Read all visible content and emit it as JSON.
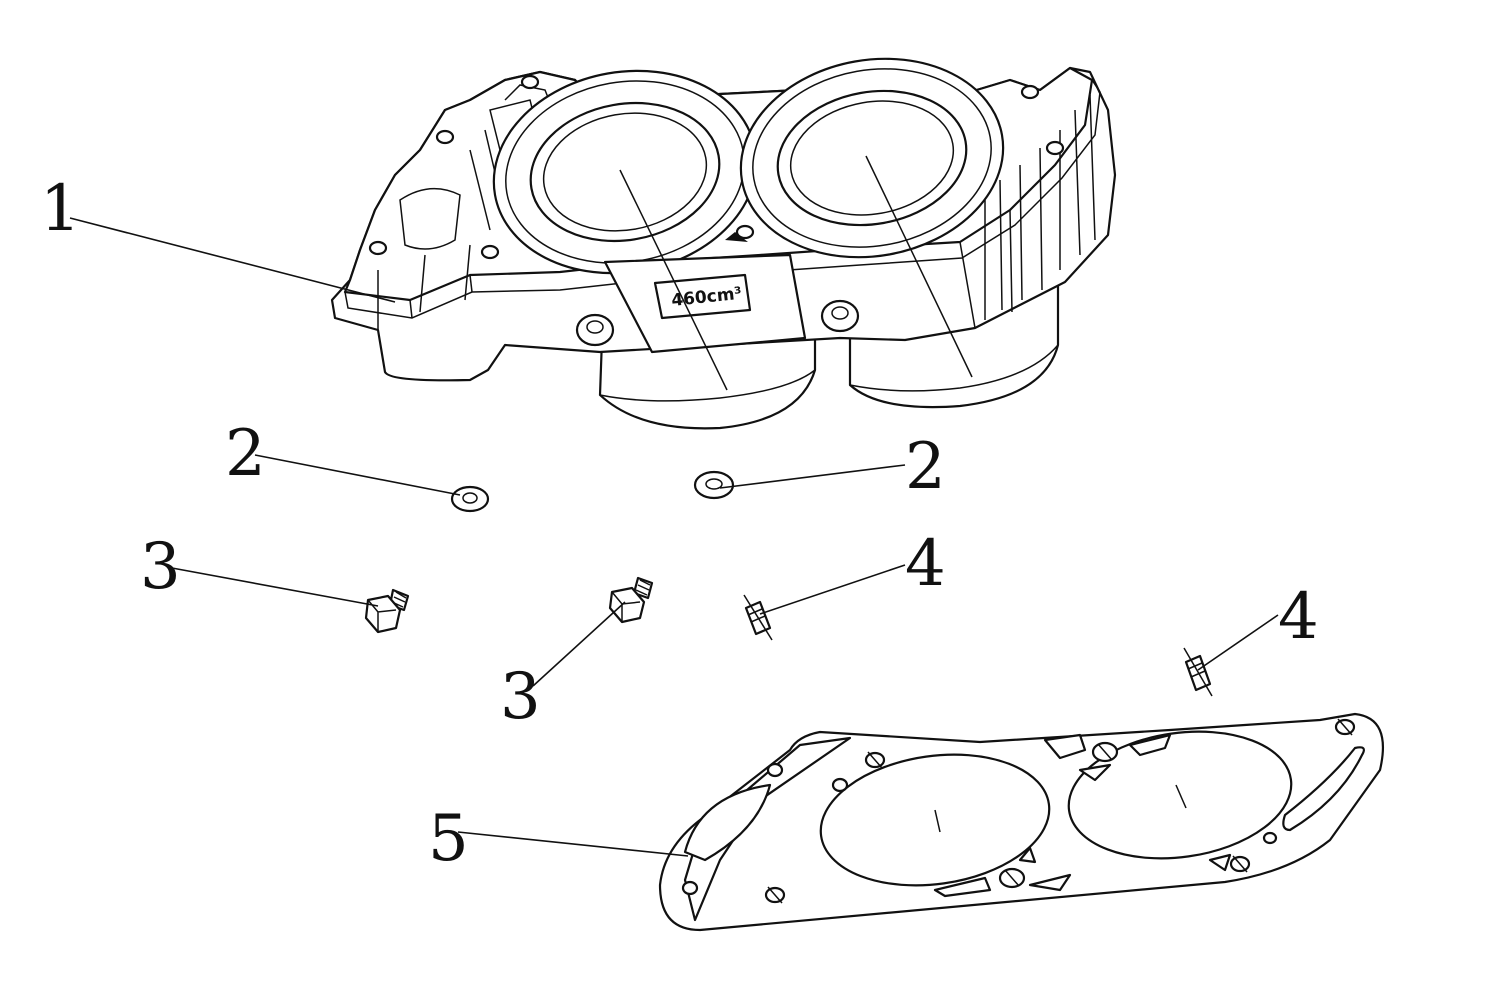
{
  "callouts": {
    "c1": "1",
    "c2a": "2",
    "c2b": "2",
    "c3a": "3",
    "c3b": "3",
    "c4a": "4",
    "c4b": "4",
    "c5": "5"
  },
  "block_label": "460cm³"
}
